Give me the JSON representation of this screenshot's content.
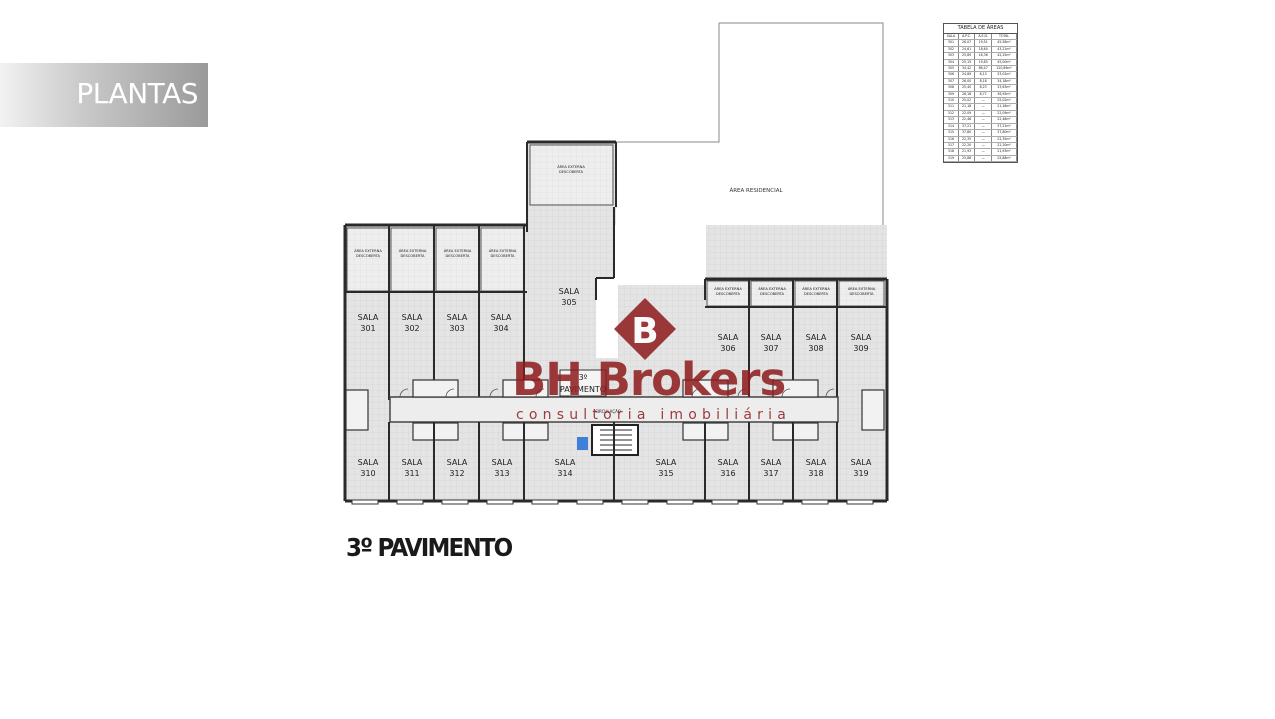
{
  "banner": {
    "title": "PLANTAS"
  },
  "floor_caption": "3º PAVIMENTO",
  "logo": {
    "name": "BH Brokers",
    "tagline": "consultoria imobiliária",
    "brand_color": "#8e1b1c"
  },
  "plan": {
    "residential_label": "ÁREA RESIDENCIAL",
    "external_area_label_1": "ÁREA EXTERNA",
    "external_area_label_2": "DESCOBERTA",
    "room_prefix": "SALA",
    "circulation_label": "CIRCULAÇÃO",
    "floor_label_1": "3º",
    "floor_label_2": "PAVIMENTO",
    "rooms_top_left": [
      "301",
      "302",
      "303",
      "304"
    ],
    "room_305": "305",
    "rooms_top_right": [
      "306",
      "307",
      "308",
      "309"
    ],
    "rooms_bottom": [
      "310",
      "311",
      "312",
      "313",
      "314",
      "315",
      "316",
      "317",
      "318",
      "319"
    ]
  },
  "area_table": {
    "title": "TABELA DE ÁREAS",
    "headers": [
      "SALA",
      "Á.P.C.",
      "Á.E.D.",
      "TOTAL"
    ],
    "rows": [
      [
        "301",
        "26,07",
        "19,51",
        "45,58m²"
      ],
      [
        "302",
        "24,61",
        "18,60",
        "43,21m²"
      ],
      [
        "303",
        "25,89",
        "16,36",
        "42,25m²"
      ],
      [
        "304",
        "25,15",
        "19,85",
        "45,00m²"
      ],
      [
        "305",
        "34,42",
        "86,47",
        "120,89m²"
      ],
      [
        "306",
        "24,89",
        "8,13",
        "33,02m²"
      ],
      [
        "307",
        "26,00",
        "8,18",
        "34,18m²"
      ],
      [
        "308",
        "25,40",
        "8,23",
        "33,63m²"
      ],
      [
        "309",
        "28,18",
        "8,77",
        "36,95m²"
      ],
      [
        "310",
        "25,02",
        "—",
        "25,02m²"
      ],
      [
        "311",
        "21,18",
        "—",
        "21,18m²"
      ],
      [
        "312",
        "22,09",
        "—",
        "22,09m²"
      ],
      [
        "313",
        "22,48",
        "—",
        "22,48m²"
      ],
      [
        "314",
        "37,21",
        "—",
        "37,21m²"
      ],
      [
        "315",
        "37,80",
        "—",
        "37,80m²"
      ],
      [
        "316",
        "22,35",
        "—",
        "22,35m²"
      ],
      [
        "317",
        "22,20",
        "—",
        "22,20m²"
      ],
      [
        "318",
        "21,93",
        "—",
        "21,93m²"
      ],
      [
        "319",
        "25,88",
        "—",
        "25,88m²"
      ]
    ]
  }
}
